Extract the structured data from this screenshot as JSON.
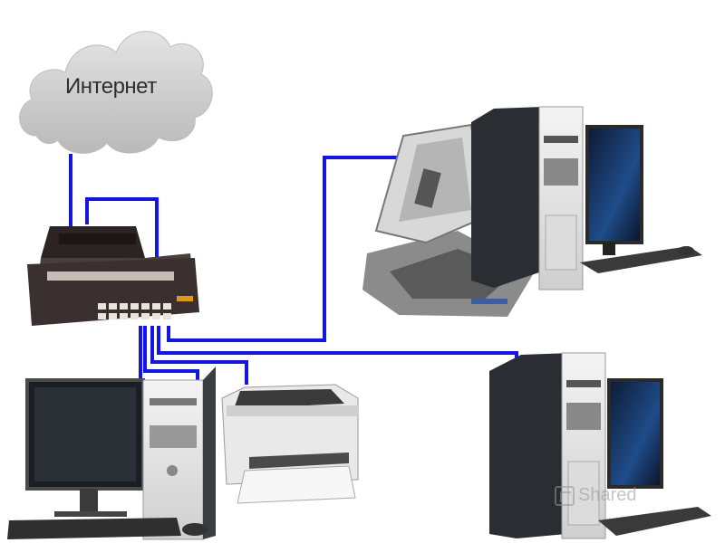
{
  "cloud": {
    "label": "Интернет",
    "color": "#c9c9c9"
  },
  "watermark": {
    "text": "Shared"
  },
  "colors": {
    "cable": "#1515e0",
    "case_dark": "#3a3d42",
    "case_light": "#e6e6e6",
    "switch_body": "#3b3030",
    "screen_blue": "#1b3a6a"
  },
  "nodes": [
    {
      "id": "cloud",
      "icon": "cloud-icon"
    },
    {
      "id": "switch",
      "icon": "network-switch-icon"
    },
    {
      "id": "scanner",
      "icon": "scanner-icon"
    },
    {
      "id": "pc-top-right",
      "icon": "desktop-computer-icon"
    },
    {
      "id": "pc-bottom-right",
      "icon": "desktop-computer-icon"
    },
    {
      "id": "pc-bottom-left",
      "icon": "desktop-computer-icon"
    },
    {
      "id": "printer",
      "icon": "printer-icon"
    }
  ],
  "connections": [
    {
      "from": "cloud",
      "to": "switch"
    },
    {
      "from": "switch",
      "to": "switch-uplink"
    },
    {
      "from": "switch",
      "to": "scanner"
    },
    {
      "from": "switch",
      "to": "pc-bottom-right"
    },
    {
      "from": "switch",
      "to": "printer"
    },
    {
      "from": "switch",
      "to": "pc-bottom-left"
    }
  ]
}
